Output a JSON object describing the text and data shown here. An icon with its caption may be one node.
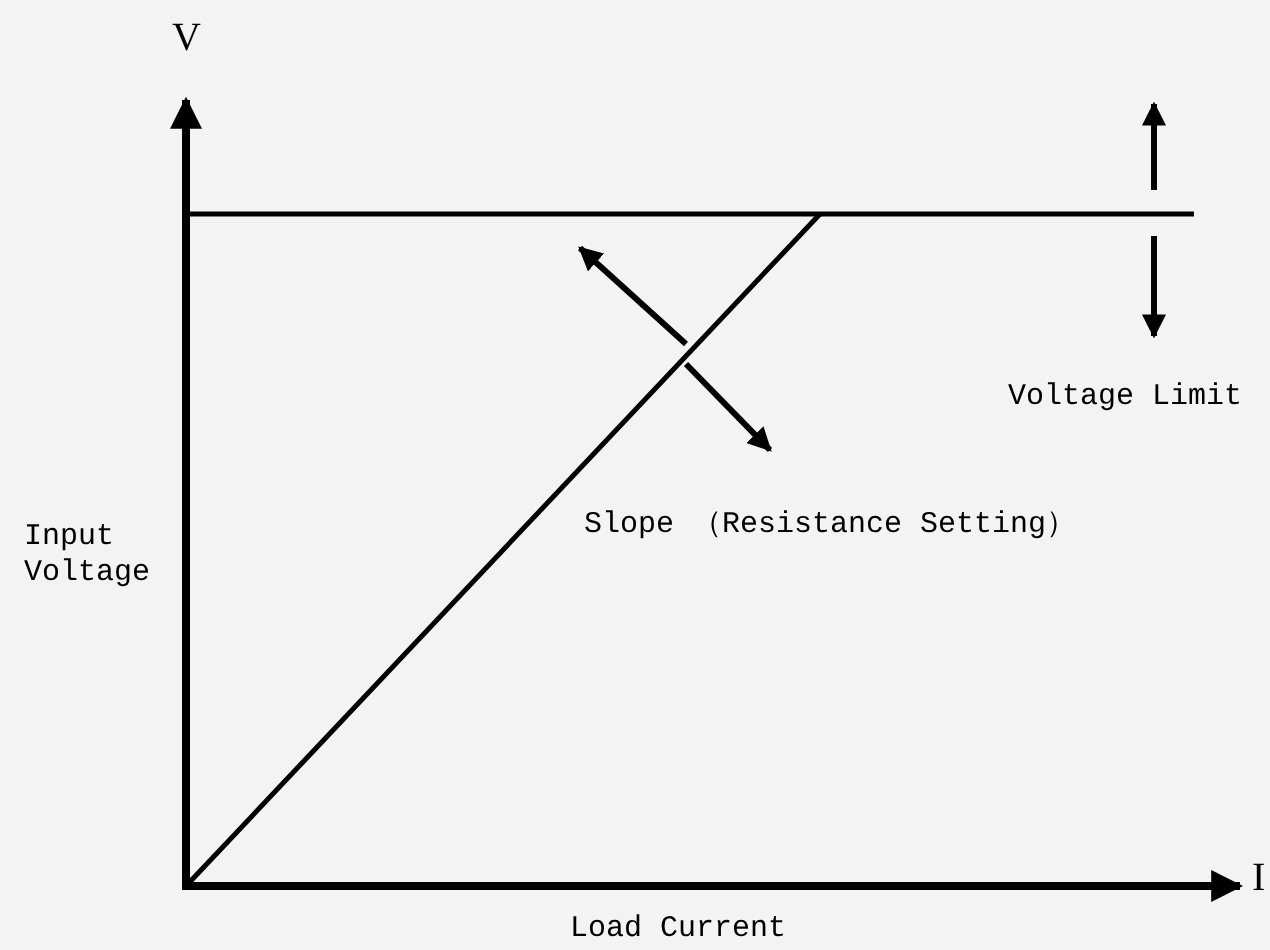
{
  "diagram": {
    "labels": [
      "V",
      "Voltage Limit",
      "Slope （Resistance Setting）",
      "Input Voltage",
      "I",
      "Load Current"
    ]
  }
}
